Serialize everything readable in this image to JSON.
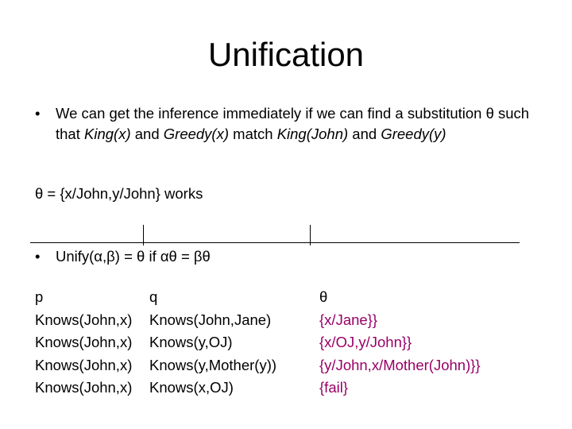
{
  "slide": {
    "title": "Unification",
    "bullet1": {
      "bullet": "•",
      "t1": "We can get the inference immediately if we can find a substitution θ such that ",
      "t2": "King(x)",
      "t3": " and ",
      "t4": "Greedy(x)",
      "t5": " match ",
      "t6": "King(John)",
      "t7": " and ",
      "t8": "Greedy(y)"
    },
    "theta_line": "θ = {x/John,y/John} works",
    "bullet2": {
      "bullet": "•",
      "text": "Unify(α,β) = θ if αθ = βθ"
    },
    "table": {
      "headers": {
        "p": "p",
        "q": "q",
        "theta": "θ"
      },
      "rows": [
        {
          "p": "Knows(John,x)",
          "q": "Knows(John,Jane)",
          "theta": "{x/Jane}}"
        },
        {
          "p": "Knows(John,x)",
          "q": "Knows(y,OJ)",
          "theta": "{x/OJ,y/John}}"
        },
        {
          "p": "Knows(John,x)",
          "q": "Knows(y,Mother(y))",
          "theta": "{y/John,x/Mother(John)}}"
        },
        {
          "p": "Knows(John,x)",
          "q": "Knows(x,OJ)",
          "theta": "{fail}"
        }
      ]
    },
    "colors": {
      "theta_result": "#990066",
      "text": "#000000"
    }
  }
}
